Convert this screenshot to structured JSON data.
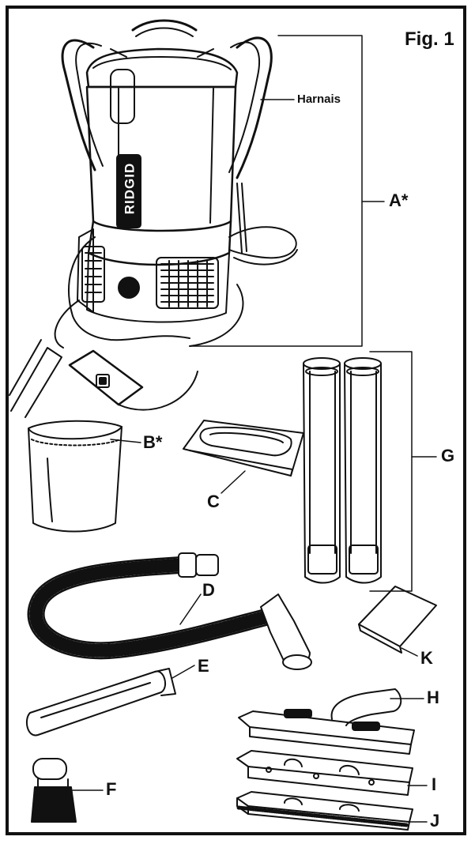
{
  "figure_label": "Fig. 1",
  "brand_text": "RIDGID",
  "callouts": {
    "harness": "Harnais",
    "A": "A*",
    "B": "B*",
    "C": "C",
    "D": "D",
    "E": "E",
    "F": "F",
    "G": "G",
    "H": "H",
    "I": "I",
    "J": "J",
    "K": "K"
  }
}
